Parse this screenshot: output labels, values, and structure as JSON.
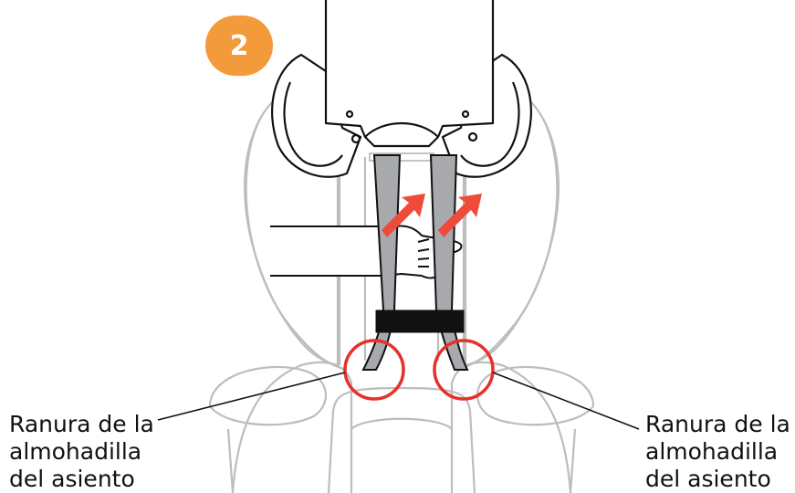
{
  "step": {
    "number": "2"
  },
  "callouts": {
    "left": {
      "line1": "Ranura de la",
      "line2": "almohadilla",
      "line3": "del asiento"
    },
    "right": {
      "line1": "Ranura de la",
      "line2": "almohadilla",
      "line3": "del asiento"
    }
  },
  "colors": {
    "badge": "#F39A3A",
    "arrow": "#EE4B3B",
    "circle": "#E8302A",
    "strap": "#A7A9AC",
    "clip": "#111111",
    "outline_light": "#BDBDBD",
    "outline_dark": "#111111"
  }
}
